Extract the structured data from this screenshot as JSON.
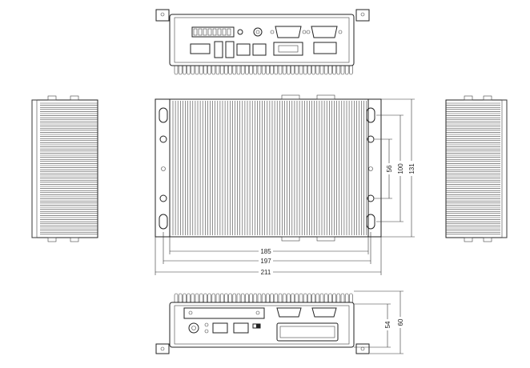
{
  "dimensions": {
    "inner_width": "185",
    "mid_width": "197",
    "outer_width": "211",
    "hole_spacing_small": "56",
    "hole_spacing_large": "100",
    "depth": "131",
    "rear_height_inner": "54",
    "rear_height_outer": "60"
  },
  "colors": {
    "line": "#222222",
    "background": "#ffffff"
  }
}
